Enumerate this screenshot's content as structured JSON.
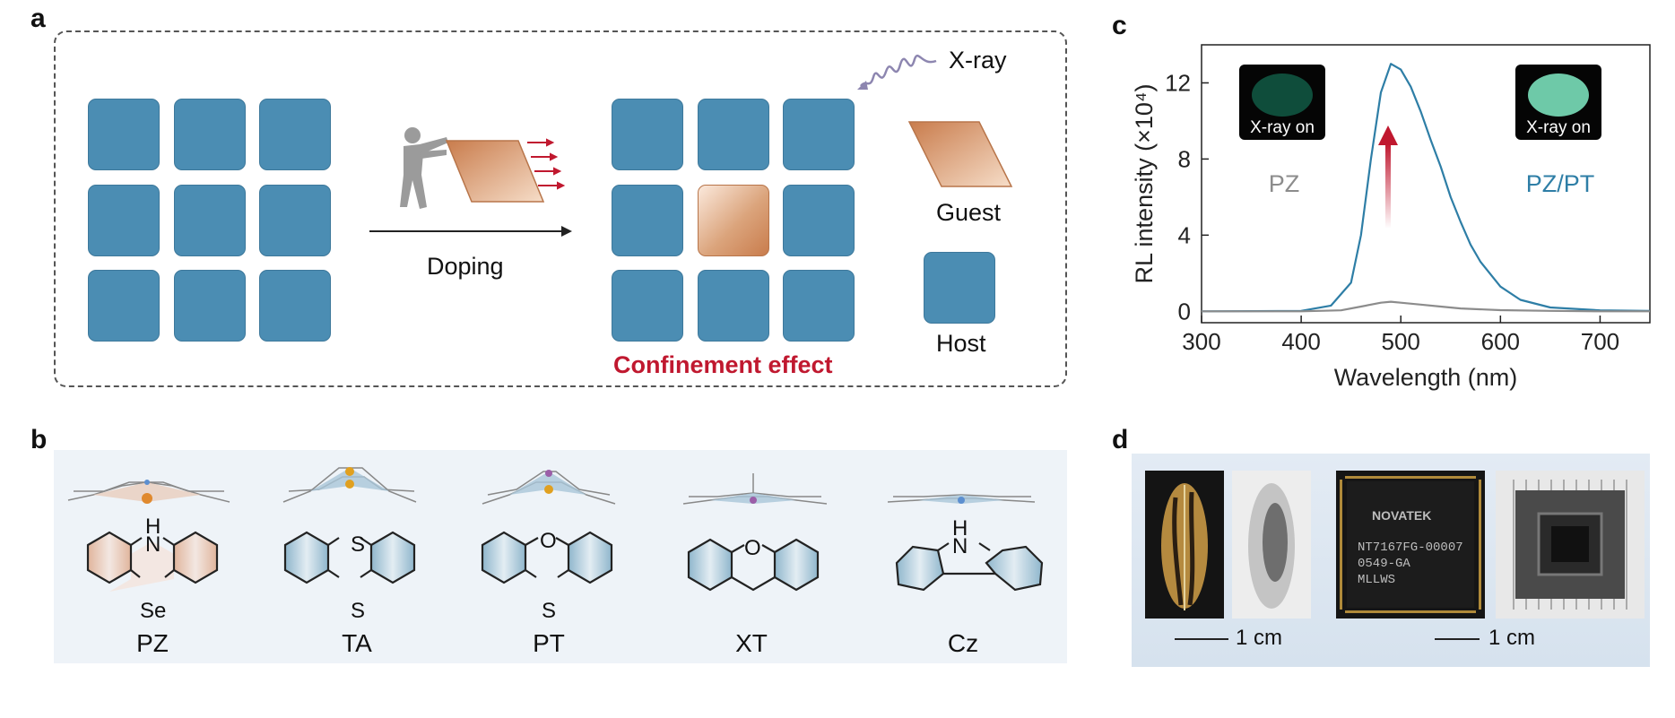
{
  "panels": {
    "a": "a",
    "b": "b",
    "c": "c",
    "d": "d"
  },
  "panel_a": {
    "doping_label": "Doping",
    "xray_label": "X-ray",
    "guest_label": "Guest",
    "host_label": "Host",
    "confinement_label": "Confinement effect",
    "colors": {
      "host": "#4b8db3",
      "guest": "#d08a5b",
      "confinement": "#c0182f"
    }
  },
  "panel_b": {
    "molecules": [
      {
        "label": "PZ",
        "top_atom": "H",
        "top_atom2": "N",
        "bottom_atom": "Se"
      },
      {
        "label": "TA",
        "top_atom": "S",
        "bottom_atom": "S"
      },
      {
        "label": "PT",
        "top_atom": "O",
        "bottom_atom": "S"
      },
      {
        "label": "XT",
        "top_atom": "O",
        "bottom_atom": ""
      },
      {
        "label": "Cz",
        "top_atom": "H",
        "top_atom2": "N",
        "bottom_atom": ""
      }
    ]
  },
  "chart_data": {
    "type": "line",
    "xlabel": "Wavelength (nm)",
    "ylabel": "RL intensity (×10⁴)",
    "xlim": [
      300,
      750
    ],
    "ylim": [
      -0.6,
      14
    ],
    "xticks": [
      300,
      400,
      500,
      600,
      700
    ],
    "yticks": [
      0,
      4,
      8,
      12
    ],
    "grid": false,
    "series": [
      {
        "name": "PZ/PT",
        "color": "#2e7ea6",
        "x": [
          300,
          400,
          430,
          450,
          460,
          470,
          480,
          490,
          500,
          510,
          520,
          530,
          540,
          550,
          560,
          570,
          580,
          600,
          620,
          650,
          700,
          750
        ],
        "y": [
          0,
          0.02,
          0.3,
          1.5,
          4.0,
          8.0,
          11.5,
          13.0,
          12.7,
          11.8,
          10.5,
          9.0,
          7.6,
          6.0,
          4.7,
          3.5,
          2.6,
          1.3,
          0.6,
          0.2,
          0.05,
          0.02
        ]
      },
      {
        "name": "PZ",
        "color": "#8c8c8c",
        "x": [
          300,
          400,
          440,
          460,
          480,
          490,
          500,
          520,
          540,
          560,
          600,
          650,
          700,
          750
        ],
        "y": [
          0,
          0.0,
          0.05,
          0.25,
          0.45,
          0.5,
          0.45,
          0.35,
          0.25,
          0.15,
          0.06,
          0.02,
          0.0,
          0.0
        ]
      }
    ],
    "annotations": {
      "left_label": "PZ",
      "right_label": "PZ/PT",
      "inset_text": "X-ray on"
    }
  },
  "panel_d": {
    "scale_left": "1 cm",
    "scale_right": "1 cm",
    "chip_text": [
      "NOVATEK",
      "NT7167FG-00007",
      "0549-GA",
      "MLLWS"
    ]
  }
}
